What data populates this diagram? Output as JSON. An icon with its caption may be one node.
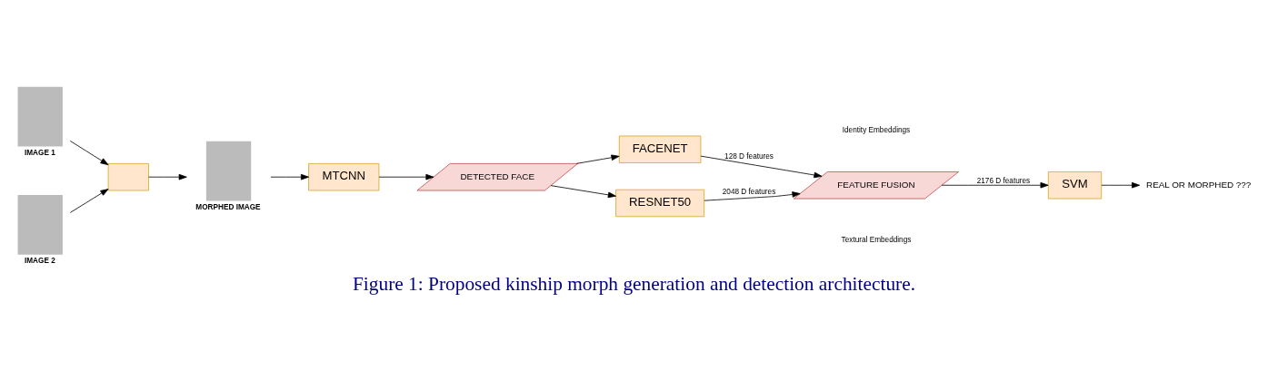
{
  "diagram": {
    "caption": "Figure 1: Proposed kinship morph generation and detection architecture.",
    "nodes": [
      {
        "text": [],
        "shape": "box",
        "beside": [
          "IMAGE 1"
        ]
      },
      {
        "text": [],
        "shape": "box",
        "beside": [
          "IMAGE 2"
        ]
      },
      {
        "text": [],
        "shape": "box"
      },
      {
        "text": [],
        "shape": "box",
        "beside": [
          "MORPHED IMAGE"
        ]
      },
      {
        "text": [
          "MTCNN"
        ]
      },
      {
        "text": [
          "DETECTED FACE"
        ]
      },
      {
        "text": [
          "FACENET"
        ]
      },
      {
        "text": [
          "RESNET50"
        ]
      },
      {
        "text": [
          "FEATURE FUSION"
        ]
      },
      {
        "text": [
          "SVM"
        ]
      },
      {
        "text": [
          "REAL OR MORPHED ???"
        ]
      }
    ],
    "edges": [
      {
        "from": 0,
        "to": 2,
        "arrow": "to"
      },
      {
        "from": 1,
        "to": 2,
        "arrow": "to"
      },
      {
        "from": 2,
        "to": 3,
        "arrow": "to"
      },
      {
        "from": 3,
        "to": 4,
        "arrow": "to"
      },
      {
        "from": 4,
        "to": 5,
        "arrow": "to"
      },
      {
        "from": 5,
        "to": 6,
        "arrow": "to"
      },
      {
        "from": 5,
        "to": 7,
        "arrow": "to"
      },
      {
        "from": 6,
        "to": 8,
        "arrow": "to",
        "label": "128 D features"
      },
      {
        "from": 7,
        "to": 8,
        "arrow": "to",
        "label": "2048 D features"
      },
      {
        "from": 8,
        "to": 9,
        "arrow": "to",
        "label": "2176 D features"
      },
      {
        "from": 9,
        "to": 10,
        "arrow": "to"
      }
    ],
    "labels": [
      "Identity Embeddings",
      "Textural Embeddings"
    ]
  }
}
